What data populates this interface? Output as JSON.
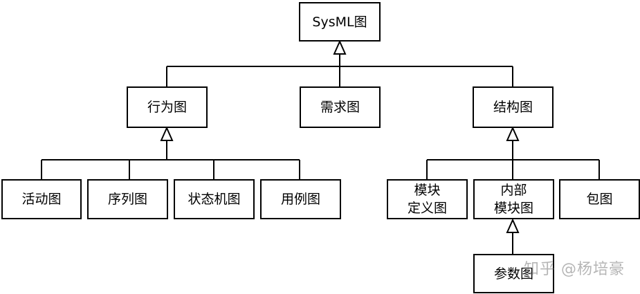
{
  "nodes": {
    "sysml": "SysML图",
    "behavior": "行为图",
    "requirement": "需求图",
    "structure": "结构图",
    "activity": "活动图",
    "sequence": "序列图",
    "state_machine": "状态机图",
    "use_case": "用例图",
    "block_definition": "模块\n定义图",
    "internal_block": "内部\n模块图",
    "package": "包图",
    "parametric": "参数图"
  },
  "watermark": "知乎 @杨培豪",
  "colors": {
    "line": "#000000",
    "box_fill": "#ffffff"
  }
}
